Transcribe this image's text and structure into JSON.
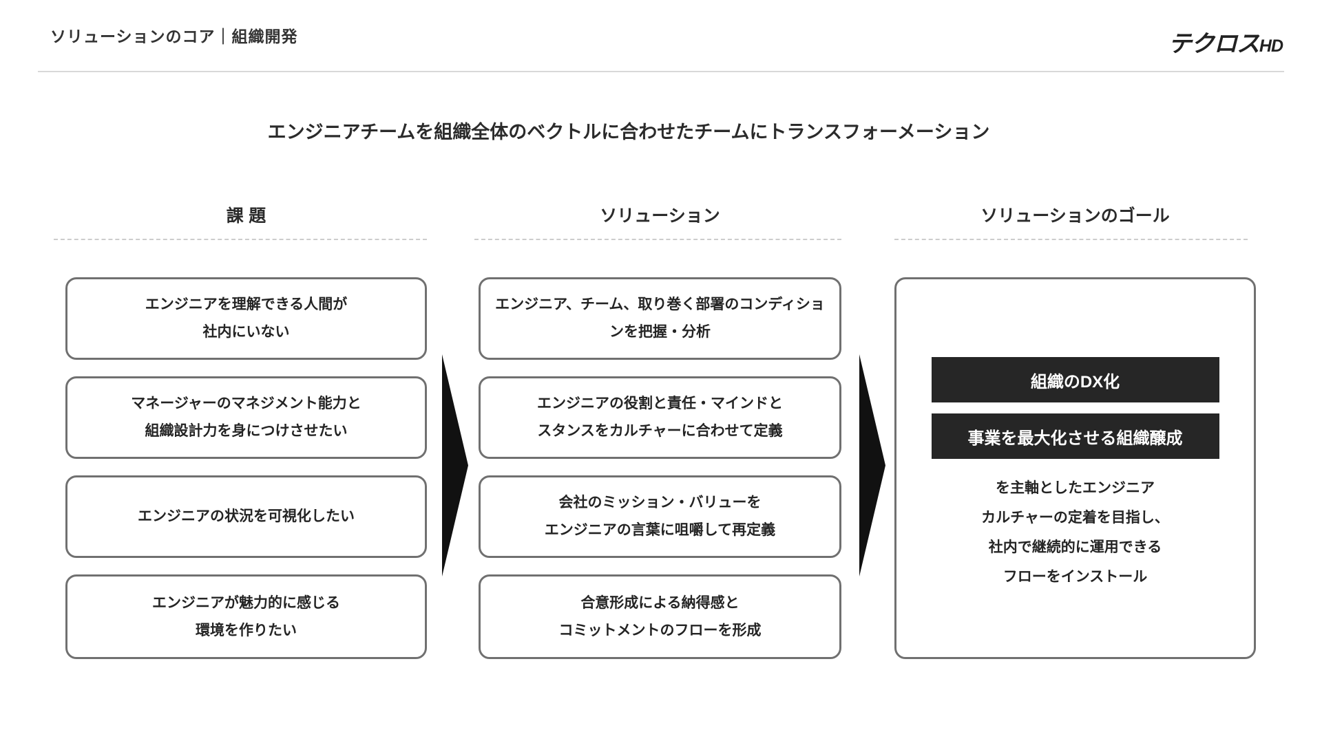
{
  "header": {
    "title": "ソリューションのコア｜組織開発",
    "logo_text": "テクロス",
    "logo_suffix": "HD"
  },
  "main_title": "エンジニアチームを組織全体のベクトルに合わせたチームにトランスフォーメーション",
  "columns": [
    {
      "header": "課題",
      "boxes": [
        {
          "lines": [
            "エンジニアを理解できる人間が",
            "社内にいない"
          ]
        },
        {
          "lines": [
            "マネージャーのマネジメント能力と",
            "組織設計力を身につけさせたい"
          ]
        },
        {
          "lines": [
            "エンジニアの状況を可視化したい"
          ]
        },
        {
          "lines": [
            "エンジニアが魅力的に感じる",
            "環境を作りたい"
          ]
        }
      ]
    },
    {
      "header": "ソリューション",
      "boxes": [
        {
          "lines": [
            "エンジニア、チーム、取り巻く部署のコンディショ",
            "ンを把握・分析"
          ]
        },
        {
          "lines": [
            "エンジニアの役割と責任・マインドと",
            "スタンスをカルチャーに合わせて定義"
          ]
        },
        {
          "lines": [
            "会社のミッション・バリューを",
            "エンジニアの言葉に咀嚼して再定義"
          ]
        },
        {
          "lines": [
            "合意形成による納得感と",
            "コミットメントのフローを形成"
          ]
        }
      ]
    },
    {
      "header": "ソリューションのゴール",
      "goal": {
        "banners": [
          "組織のDX化",
          "事業を最大化させる組織醸成"
        ],
        "body_lines": [
          "を主軸としたエンジニア",
          "カルチャーの定着を目指し、",
          "社内で継続的に運用できる",
          "フローをインストール"
        ]
      }
    }
  ],
  "colors": {
    "banner_bg": "#262626",
    "banner_text": "#ffffff",
    "box_border": "#707070",
    "text": "#2b2b2b",
    "arrow": "#111111",
    "divider": "#d8d8d8",
    "dashed_rule": "#cccccc"
  }
}
